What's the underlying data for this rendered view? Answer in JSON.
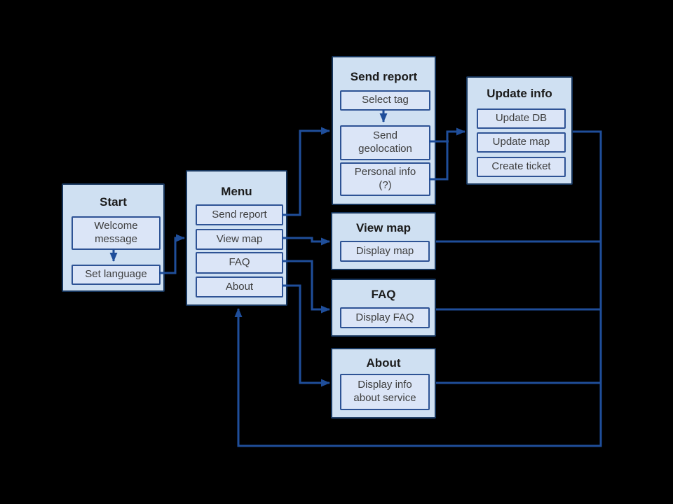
{
  "colors": {
    "background": "#000000",
    "group_fill": "#cfe0f2",
    "group_border": "#17365d",
    "item_fill": "#dbe5f7",
    "item_border": "#2e5395",
    "connector": "#1f4e9a",
    "title_text": "#1b1b1b",
    "item_text": "#3d3d3d"
  },
  "diagram": {
    "nodes": {
      "start": {
        "title": "Start",
        "items": [
          "Welcome\nmessage",
          "Set language"
        ]
      },
      "menu": {
        "title": "Menu",
        "items": [
          "Send report",
          "View map",
          "FAQ",
          "About"
        ]
      },
      "send_report": {
        "title": "Send report",
        "items": [
          "Select tag",
          "Send\ngeolocation",
          "Personal info\n(?)"
        ]
      },
      "update_info": {
        "title": "Update info",
        "items": [
          "Update DB",
          "Update map",
          "Create ticket"
        ]
      },
      "view_map": {
        "title": "View map",
        "items": [
          "Display map"
        ]
      },
      "faq": {
        "title": "FAQ",
        "items": [
          "Display FAQ"
        ]
      },
      "about": {
        "title": "About",
        "items": [
          "Display info\nabout service"
        ]
      }
    },
    "edges": [
      {
        "from": "welcome-message",
        "to": "set-language"
      },
      {
        "from": "set-language",
        "to": "menu"
      },
      {
        "from": "menu-send-report",
        "to": "send-report"
      },
      {
        "from": "menu-view-map",
        "to": "view-map"
      },
      {
        "from": "menu-faq",
        "to": "faq"
      },
      {
        "from": "menu-about",
        "to": "about"
      },
      {
        "from": "select-tag",
        "to": "send-geolocation"
      },
      {
        "from": "send-geolocation",
        "to": "update-info"
      },
      {
        "from": "personal-info",
        "to": "update-info"
      },
      {
        "from": "update-info",
        "to": "menu"
      },
      {
        "from": "view-map",
        "to": "menu"
      },
      {
        "from": "faq",
        "to": "menu"
      },
      {
        "from": "about",
        "to": "menu"
      }
    ]
  }
}
